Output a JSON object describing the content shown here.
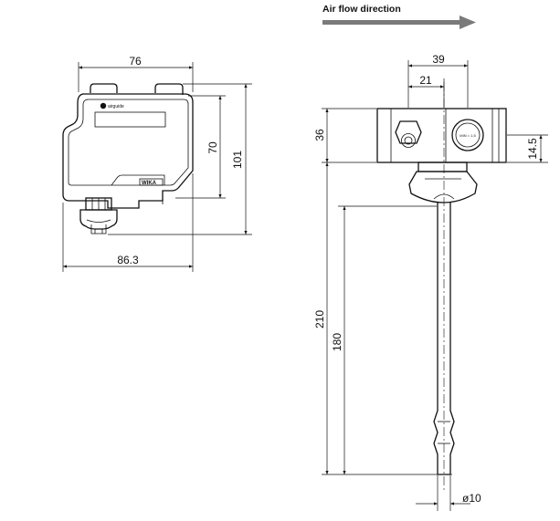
{
  "header": {
    "airflow_label": "Air flow direction"
  },
  "front_view": {
    "logo_text": "airguide",
    "brand_label": "WIKA",
    "dim_width_top": "76",
    "dim_height_inner": "70",
    "dim_height_outer": "101",
    "dim_width_bottom": "86.3"
  },
  "side_view": {
    "dim_width_39": "39",
    "dim_width_21": "21",
    "dim_height_36": "36",
    "dim_height_14_5": "14.5",
    "dim_length_210": "210",
    "dim_length_180": "180",
    "dim_diameter": "ø10",
    "label_small": "MIN = 1.5"
  },
  "colors": {
    "arrow": "#7a7a7a",
    "line": "#111111"
  }
}
